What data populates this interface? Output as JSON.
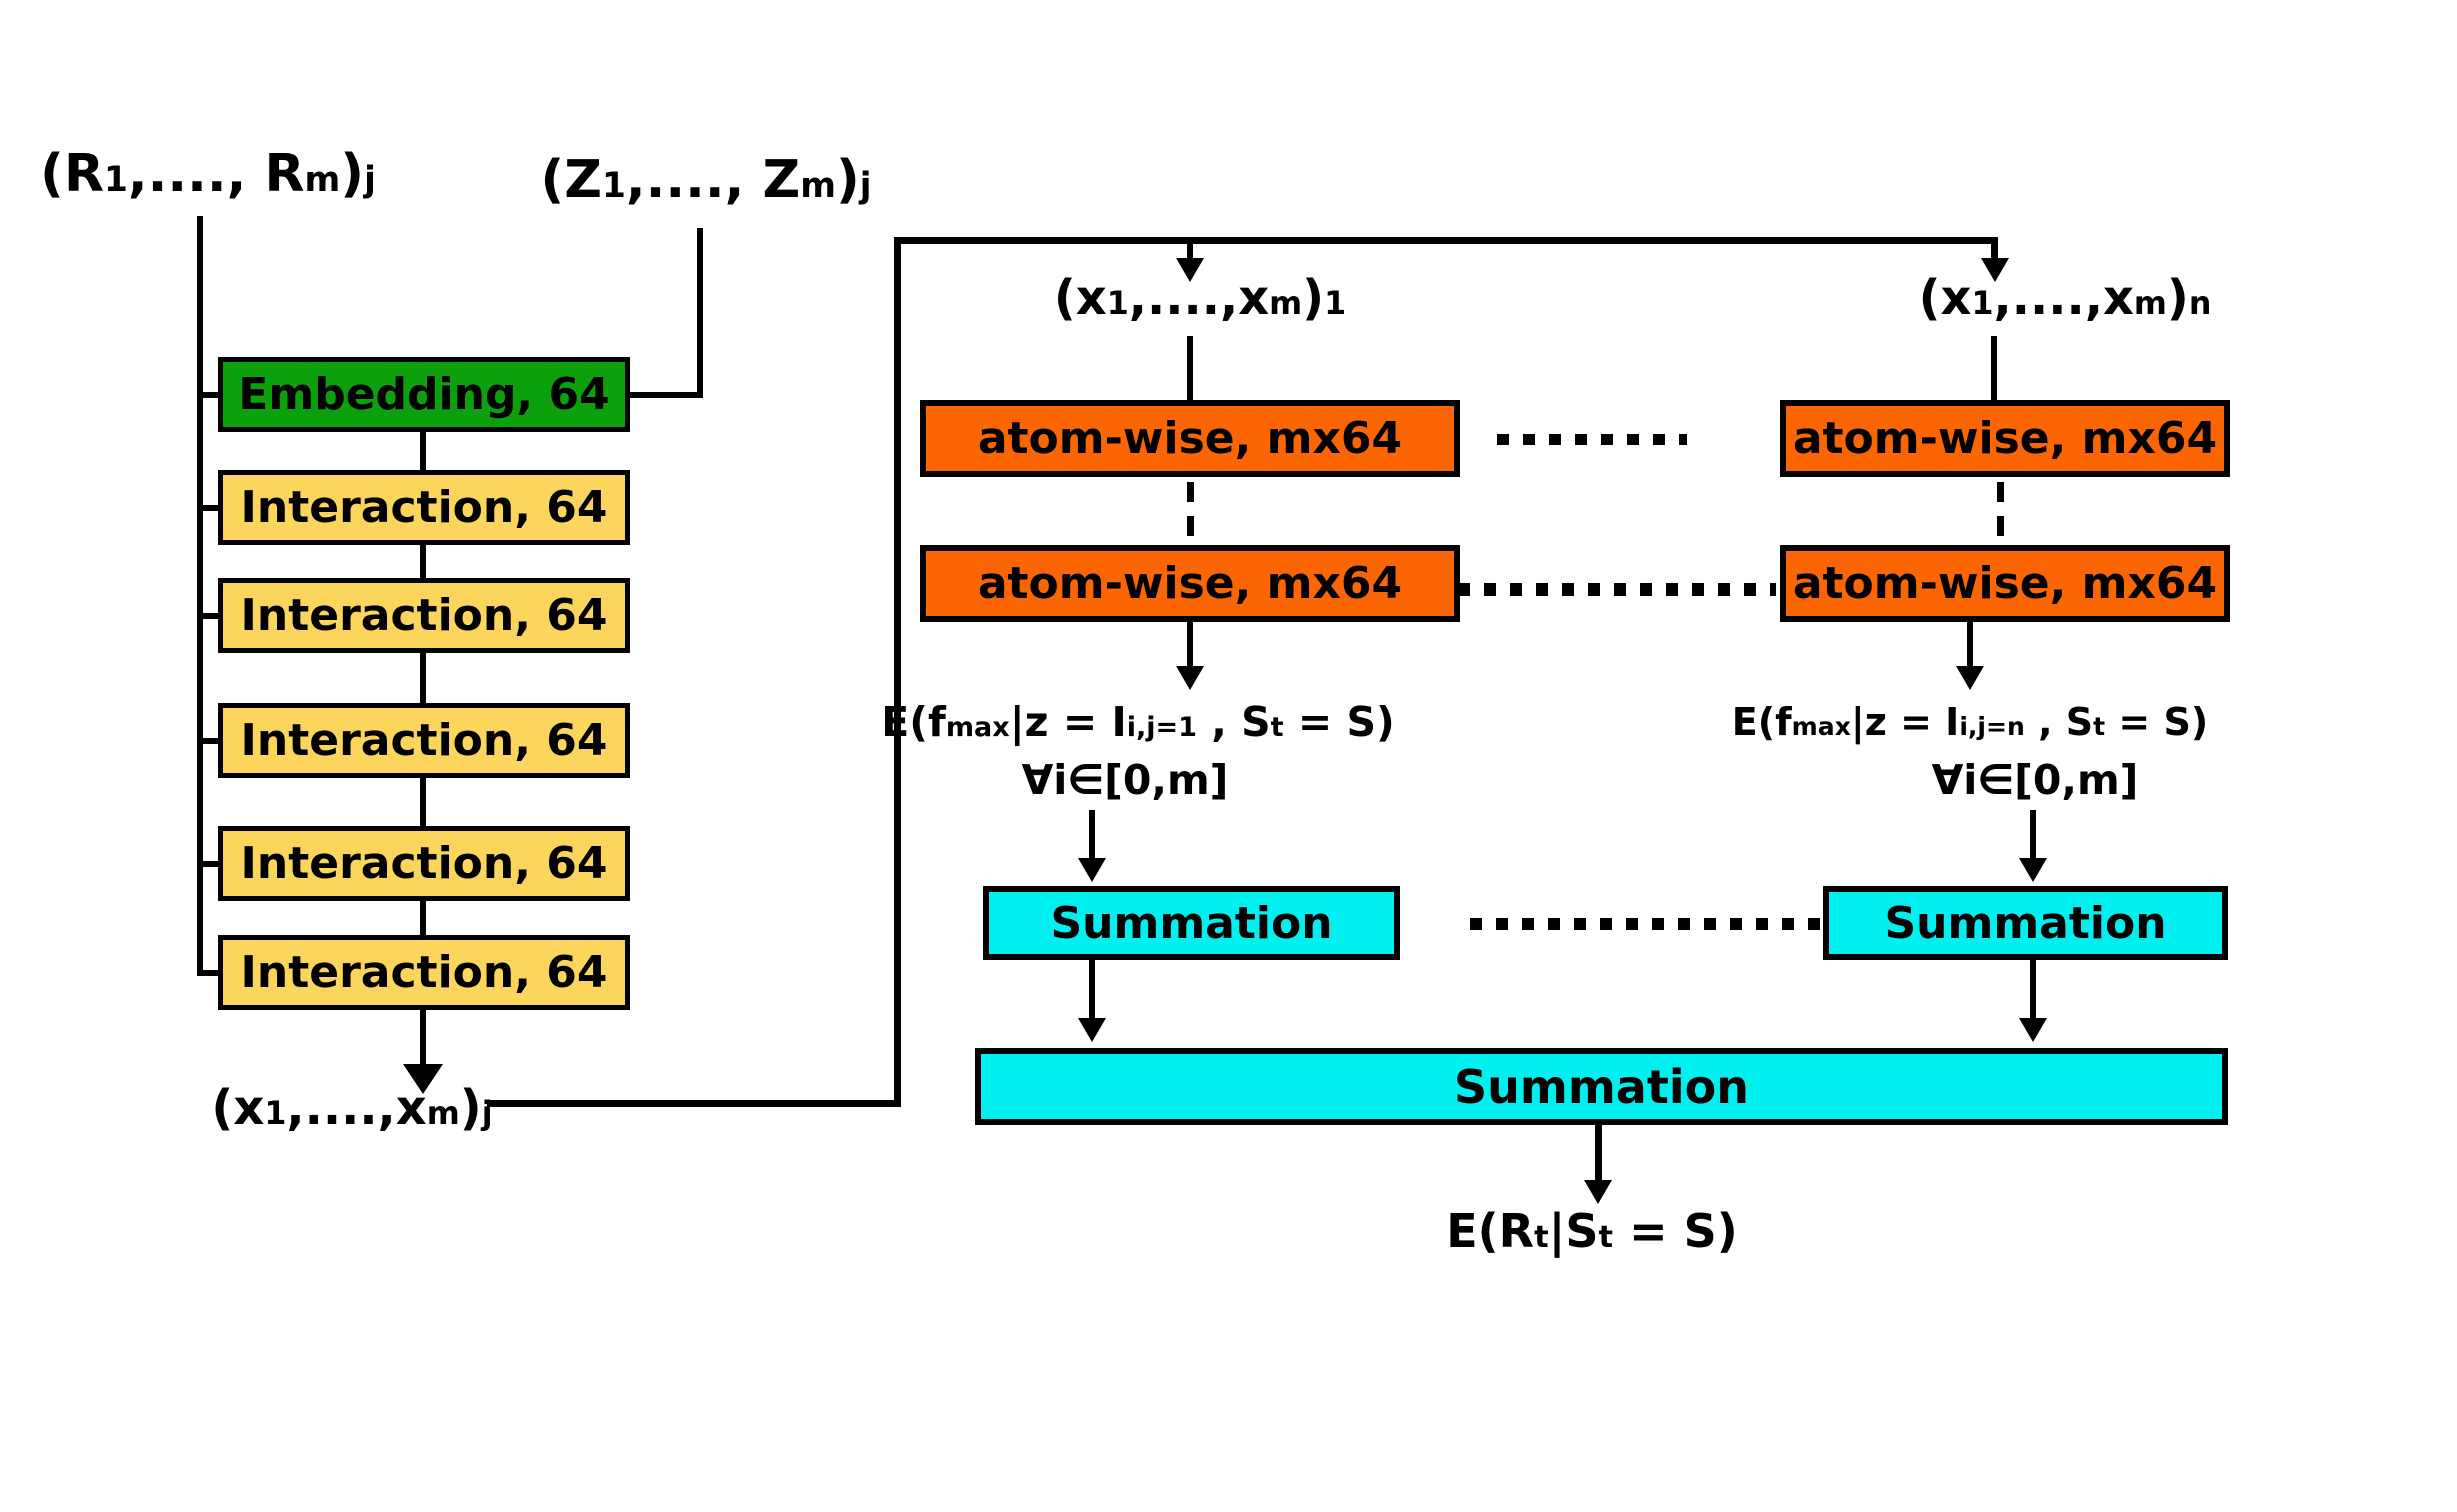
{
  "colors": {
    "embedding_green": "#0CA10C",
    "interaction_yellow": "#FCD65C",
    "atomwise_orange": "#FB6602",
    "summation_cyan": "#00EFEF",
    "line_black": "#000000",
    "background": "#FFFFFF"
  },
  "left_network": {
    "input_top_left": [
      {
        "t": "(R"
      },
      {
        "t": "1",
        "m": "sub"
      },
      {
        "t": ",...., R"
      },
      {
        "t": "m",
        "m": "sub"
      },
      {
        "t": ")"
      },
      {
        "t": "j",
        "m": "sup"
      }
    ],
    "input_top_right": [
      {
        "t": "(Z"
      },
      {
        "t": "1",
        "m": "sub"
      },
      {
        "t": ",...., Z"
      },
      {
        "t": "m",
        "m": "sub"
      },
      {
        "t": ")"
      },
      {
        "t": "j",
        "m": "sup"
      }
    ],
    "boxes": [
      {
        "label": "Embedding, 64"
      },
      {
        "label": "Interaction, 64"
      },
      {
        "label": "Interaction, 64"
      },
      {
        "label": "Interaction, 64"
      },
      {
        "label": "Interaction, 64"
      },
      {
        "label": "Interaction, 64"
      }
    ],
    "output_label": [
      {
        "t": "(x"
      },
      {
        "t": "1",
        "m": "sub"
      },
      {
        "t": ",....,x"
      },
      {
        "t": "m",
        "m": "sub"
      },
      {
        "t": ")"
      },
      {
        "t": "j",
        "m": "sup"
      }
    ]
  },
  "right_network": {
    "columns": [
      {
        "header": [
          {
            "t": "(x"
          },
          {
            "t": "1",
            "m": "sub"
          },
          {
            "t": ",....,x"
          },
          {
            "t": "m",
            "m": "sub"
          },
          {
            "t": ")"
          },
          {
            "t": "1",
            "m": "sup"
          }
        ],
        "atom_boxes": [
          "atom-wise, mx64",
          "atom-wise, mx64"
        ],
        "expectation": [
          {
            "t": "E(f"
          },
          {
            "t": "max",
            "m": "sub"
          },
          {
            "t": "|z = I"
          },
          {
            "t": "i,j=1",
            "m": "sub"
          },
          {
            "t": " , S"
          },
          {
            "t": "t",
            "m": "sub"
          },
          {
            "t": " = S)"
          }
        ],
        "forall": "∀i∈[0,m]",
        "summation_label": "Summation"
      },
      {
        "header": [
          {
            "t": "(x"
          },
          {
            "t": "1",
            "m": "sub"
          },
          {
            "t": ",....,x"
          },
          {
            "t": "m",
            "m": "sub"
          },
          {
            "t": ")"
          },
          {
            "t": "n",
            "m": "sup"
          }
        ],
        "atom_boxes": [
          "atom-wise, mx64",
          "atom-wise, mx64"
        ],
        "expectation": [
          {
            "t": "E(f"
          },
          {
            "t": "max",
            "m": "sub"
          },
          {
            "t": "|z = I"
          },
          {
            "t": "i,j=n",
            "m": "sub"
          },
          {
            "t": " , S"
          },
          {
            "t": "t",
            "m": "sub"
          },
          {
            "t": " = S)"
          }
        ],
        "forall": "∀i∈[0,m]",
        "summation_label": "Summation"
      }
    ],
    "final_summation_label": "Summation",
    "output_label": [
      {
        "t": "E(R"
      },
      {
        "t": "t",
        "m": "sub"
      },
      {
        "t": "|S"
      },
      {
        "t": "t",
        "m": "sub"
      },
      {
        "t": " = S)"
      }
    ]
  }
}
